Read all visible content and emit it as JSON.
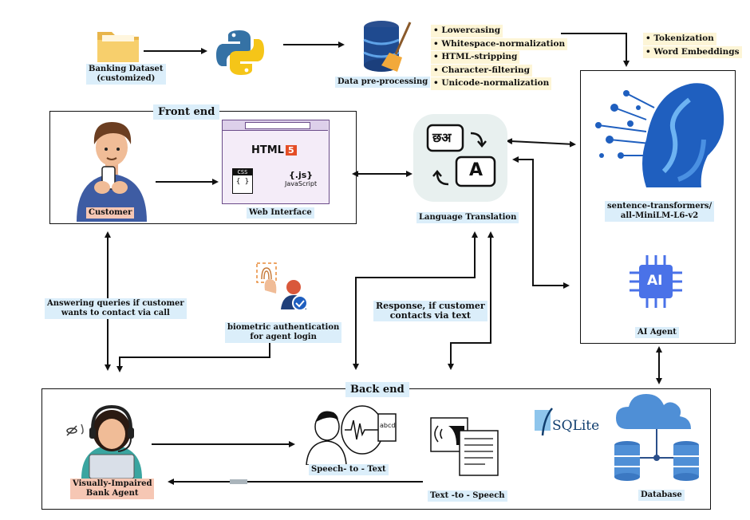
{
  "top": {
    "banking_dataset": "Banking Dataset\n(customized)",
    "data_preprocessing": "Data pre-processing",
    "preproc_steps": [
      "Lowercasing",
      "Whitespace-normalization",
      "HTML-stripping",
      "Character-filtering",
      "Unicode-normalization"
    ],
    "embedding_steps": [
      "Tokenization",
      "Word Embeddings"
    ]
  },
  "frontend": {
    "title": "Front end",
    "customer": "Customer",
    "web_interface": "Web Interface",
    "html5_text": "HTML",
    "html5_badge": "5",
    "css_text": "CSS",
    "js_badge": "{.js}",
    "js_text": "JavaScript"
  },
  "middle": {
    "language_translation": "Language Translation",
    "translation_glyph_1": "छअ",
    "translation_glyph_2": "A",
    "model_name": "sentence-transformers/\nall-MiniLM-L6-v2",
    "ai_agent": "AI Agent",
    "ai_chip_text": "AI",
    "call_note": "Answering queries if customer\nwants to contact via call",
    "biometric": "biometric authentication\nfor agent login",
    "text_note": "Response, if customer\ncontacts via text"
  },
  "backend": {
    "title": "Back end",
    "agent": "Visually-Impaired\nBank Agent",
    "stt": "Speech- to - Text",
    "stt_abcd": "abcd",
    "tts": "Text -to - Speech",
    "sqlite": "SQLite",
    "database": "Database"
  },
  "colors": {
    "label_bg": "#dbeefa",
    "peach_bg": "#f6c7b4",
    "bullet_bg": "#fdf5d6",
    "brain_blue": "#1f5fbf",
    "html5_orange": "#e44d26"
  }
}
